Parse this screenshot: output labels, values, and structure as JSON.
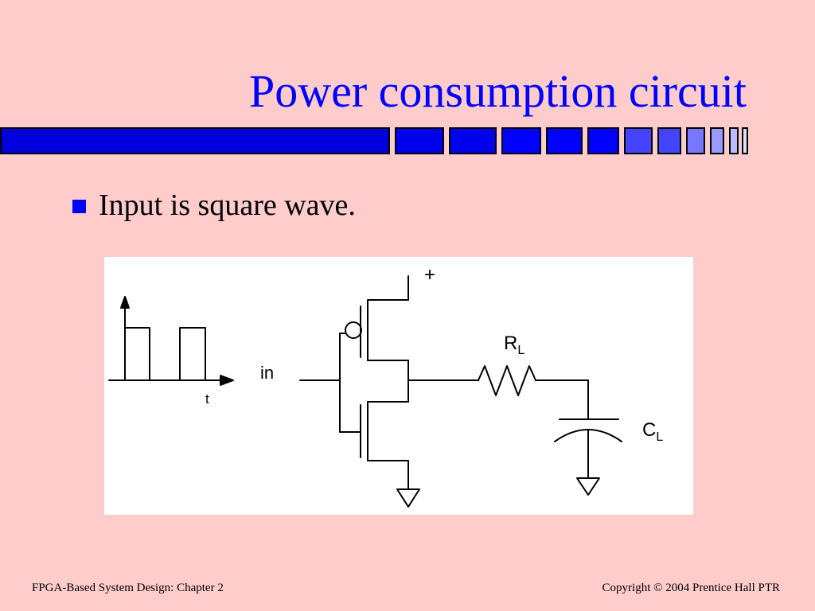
{
  "slide": {
    "title": "Power consumption circuit",
    "bullets": [
      "Input is square wave."
    ],
    "accent_color": "#0000ff",
    "background_color": "#ffcccc"
  },
  "diagram": {
    "supply_label": "+",
    "time_label": "t",
    "input_label": "in",
    "resistor_label_main": "R",
    "resistor_label_sub": "L",
    "capacitor_label_main": "C",
    "capacitor_label_sub": "L"
  },
  "footer": {
    "left": "FPGA-Based System Design: Chapter 2",
    "right": "Copyright © 2004 Prentice Hall PTR"
  }
}
